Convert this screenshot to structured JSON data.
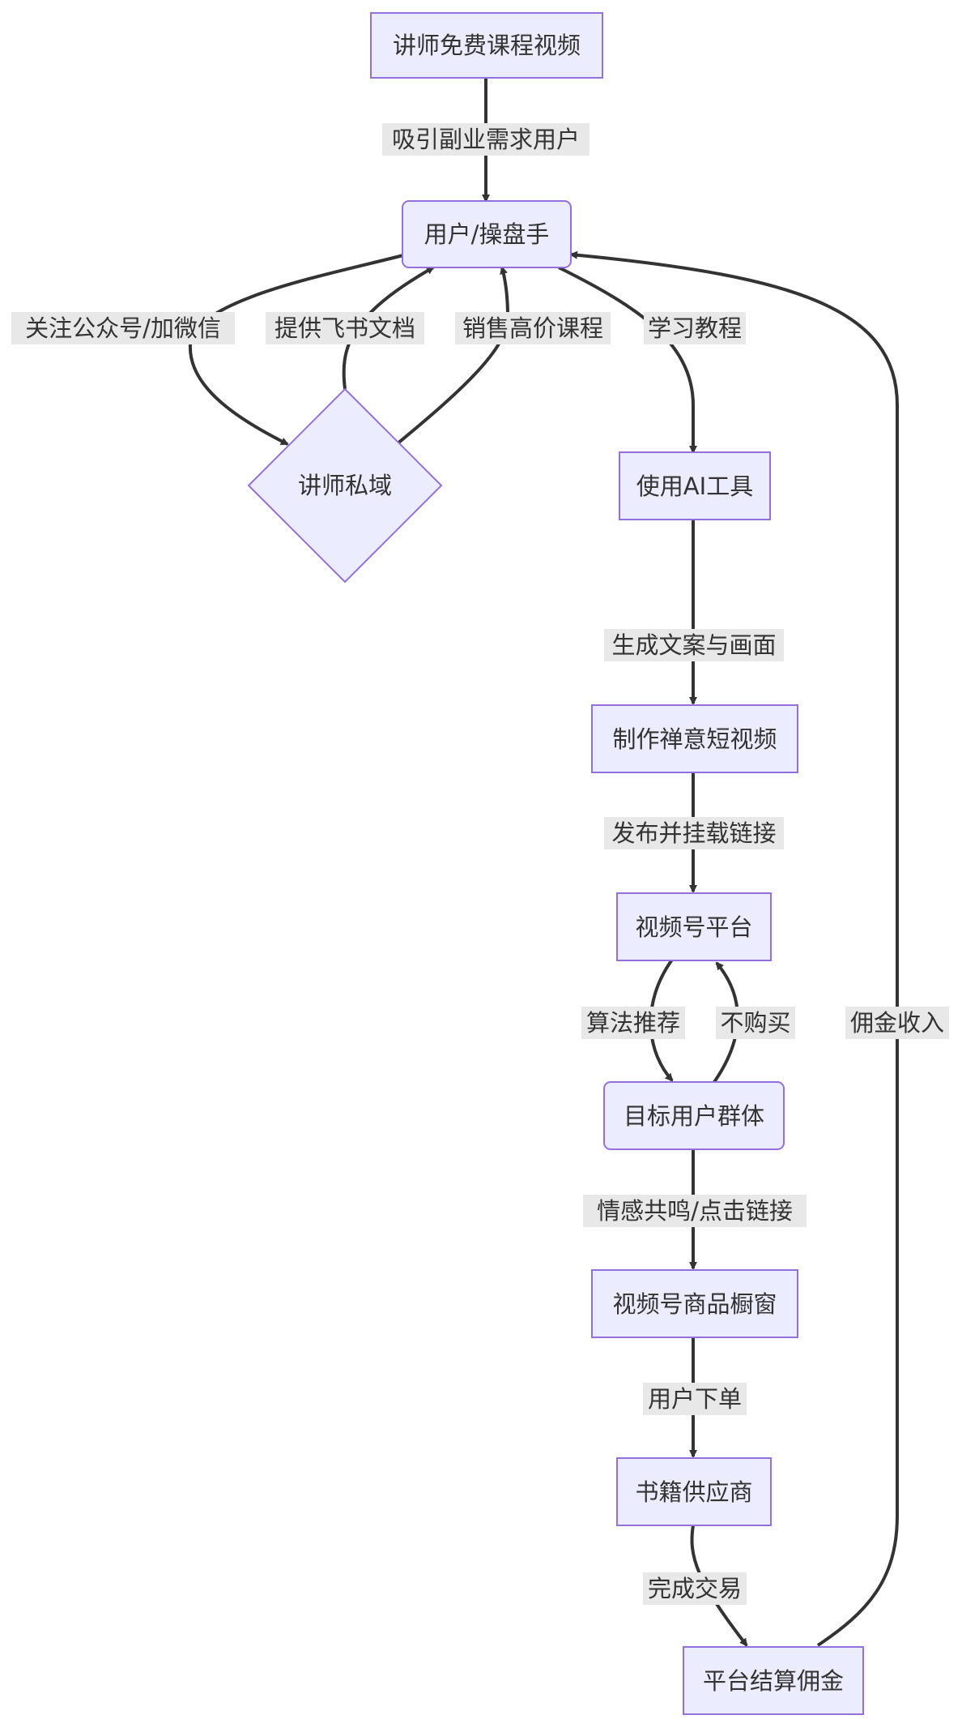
{
  "nodes": {
    "free_videos": "讲师免费课程视频",
    "user_operator": "用户/操盘手",
    "private_domain": "讲师私域",
    "use_ai": "使用AI工具",
    "make_video": "制作禅意短视频",
    "channels_platform": "视频号平台",
    "target_users": "目标用户群体",
    "shop_window": "视频号商品橱窗",
    "book_supplier": "书籍供应商",
    "commission_settle": "平台结算佣金"
  },
  "edges": {
    "attract": "吸引副业需求用户",
    "follow": "关注公众号/加微信",
    "feishu": "提供飞书文档",
    "sell_course": "销售高价课程",
    "learn": "学习教程",
    "generate": "生成文案与画面",
    "publish": "发布并挂载链接",
    "algorithm": "算法推荐",
    "no_buy": "不购买",
    "resonance": "情感共鸣/点击链接",
    "order": "用户下单",
    "deal": "完成交易",
    "commission_income": "佣金收入"
  }
}
